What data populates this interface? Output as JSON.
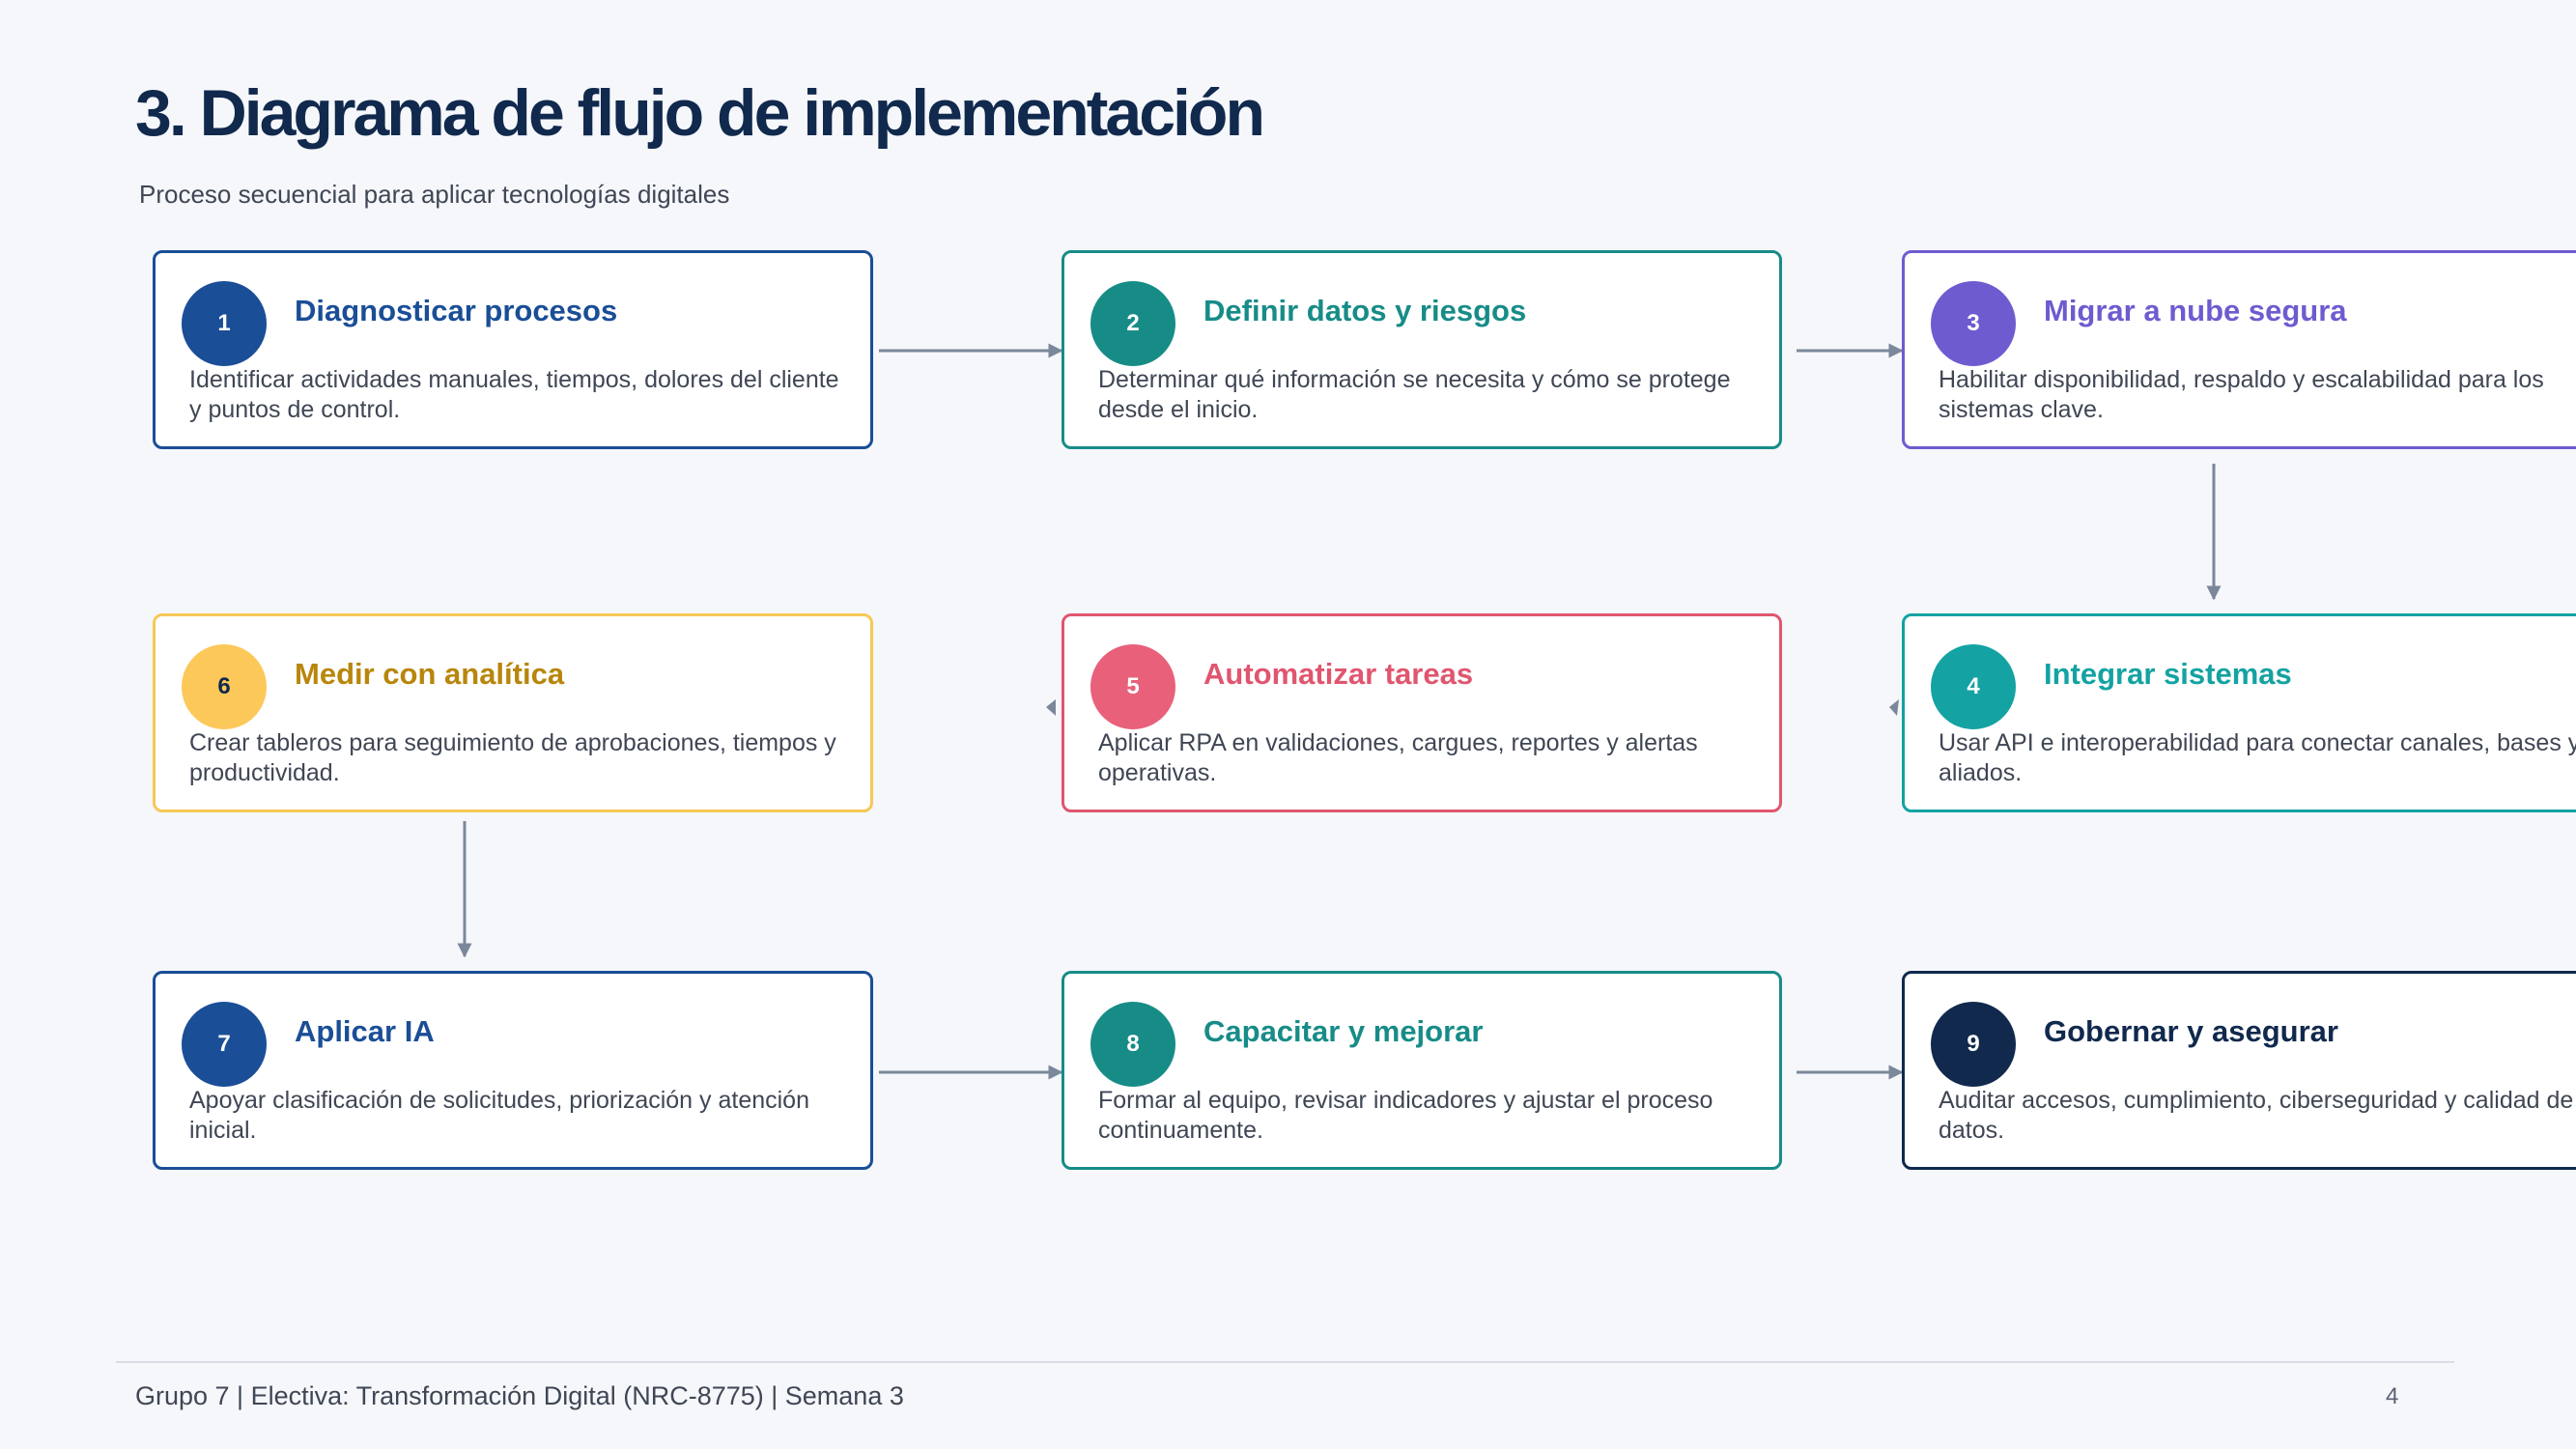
{
  "title": "3. Diagrama de flujo de implementación",
  "subtitle": "Proceso secuencial para aplicar tecnologías digitales",
  "steps": [
    {
      "number": "1",
      "title": "Diagnosticar procesos",
      "description": "Identificar actividades manuales, tiempos, dolores del cliente y puntos de control.",
      "color": "#1a4e96"
    },
    {
      "number": "2",
      "title": "Definir datos y riesgos",
      "description": "Determinar qué información se necesita y cómo se protege desde el inicio.",
      "color": "#178c87"
    },
    {
      "number": "3",
      "title": "Migrar a nube segura",
      "description": "Habilitar disponibilidad, respaldo y escalabilidad para los sistemas clave.",
      "color": "#6f5bd0"
    },
    {
      "number": "4",
      "title": "Integrar sistemas",
      "description": "Usar API e interoperabilidad para conectar canales, bases y aliados.",
      "color": "#14a2a2"
    },
    {
      "number": "5",
      "title": "Automatizar tareas",
      "description": "Aplicar RPA en validaciones, cargues, reportes y alertas operativas.",
      "color": "#e0566f"
    },
    {
      "number": "6",
      "title": "Medir con analítica",
      "description": "Crear tableros para seguimiento de aprobaciones, tiempos y productividad.",
      "color": "#f6c856"
    },
    {
      "number": "7",
      "title": "Aplicar IA",
      "description": "Apoyar clasificación de solicitudes, priorización y atención inicial.",
      "color": "#1a4e96"
    },
    {
      "number": "8",
      "title": "Capacitar y mejorar",
      "description": "Formar al equipo, revisar indicadores y ajustar el proceso continuamente.",
      "color": "#178c87"
    },
    {
      "number": "9",
      "title": "Gobernar y asegurar",
      "description": "Auditar accesos, cumplimiento, ciberseguridad y calidad de datos.",
      "color": "#10294d"
    }
  ],
  "footer": {
    "text": "Grupo 7 | Electiva: Transformación Digital (NRC-8775) | Semana 3",
    "page": "4"
  }
}
